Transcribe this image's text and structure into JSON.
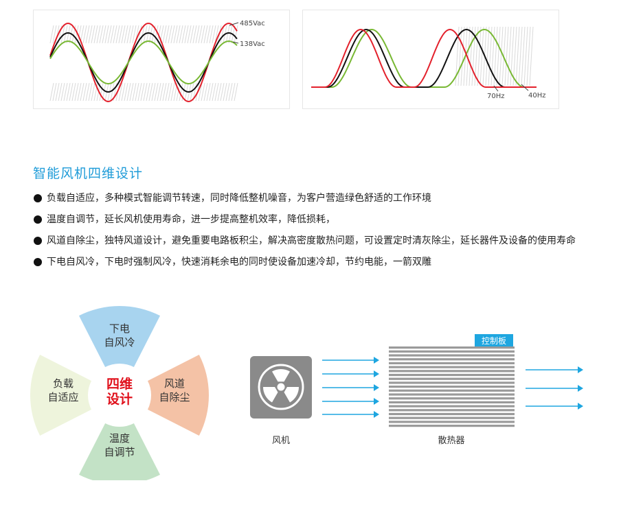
{
  "waveforms": {
    "left": {
      "label_high": "485Vac",
      "label_low": "138Vac"
    },
    "right": {
      "label_a": "70Hz",
      "label_b": "40Hz"
    },
    "colors": {
      "red": "#e3202b",
      "black": "#111111",
      "green": "#78b833"
    }
  },
  "section": {
    "title": "智能风机四维设计",
    "items": [
      "负载自适应，多种模式智能调节转速，同时降低整机噪音，为客户营造绿色舒适的工作环境",
      "温度自调节，延长风机使用寿命，进一步提高整机效率，降低损耗，",
      "风道自除尘，独特风道设计，避免重要电路板积尘，解决高密度散热问题，可设置定时清灰除尘，延长器件及设备的使用寿命",
      "下电自风冷，下电时强制风冷，快速消耗余电的同时使设备加速冷却，节约电能，一箭双雕"
    ]
  },
  "petals": {
    "center_line1": "四维",
    "center_line2": "设计",
    "top": [
      "下电",
      "自风冷"
    ],
    "left": [
      "负载",
      "自适应"
    ],
    "right": [
      "风道",
      "自除尘"
    ],
    "bottom": [
      "温度",
      "自调节"
    ],
    "colors": {
      "top": "#a8d4ef",
      "left": "#eef4dc",
      "right": "#f4c2a6",
      "bottom": "#c3e2c6",
      "center_text": "#e0111c"
    }
  },
  "flow": {
    "fan_label": "风机",
    "heatsink_label": "散热器",
    "tag_label": "控制板",
    "colors": {
      "arrow": "#1ea6e0",
      "fan": "#8a8a8a",
      "fins": "#9a9a9a",
      "tag": "#1ea6e0"
    }
  }
}
